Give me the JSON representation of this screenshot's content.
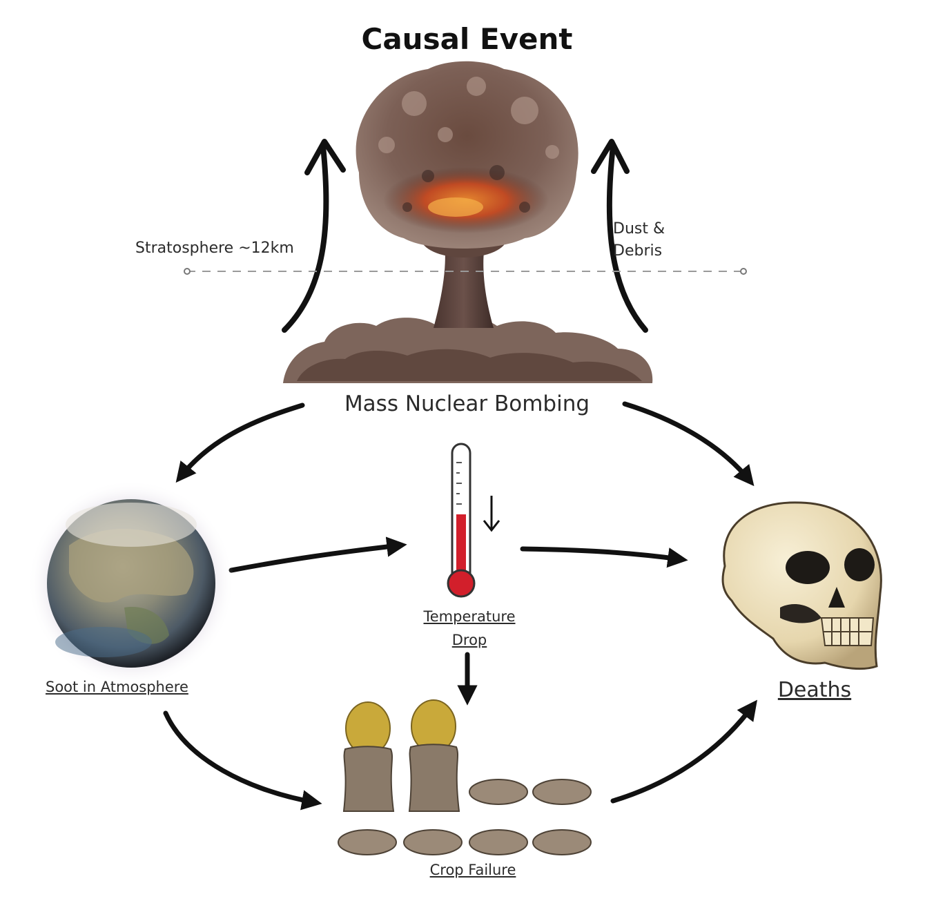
{
  "title": "Causal Event",
  "nodes": {
    "cause": {
      "label": "Mass Nuclear Bombing",
      "icon": "mushroom-cloud-icon"
    },
    "soot": {
      "label": "Soot in Atmosphere",
      "icon": "earth-globe-icon"
    },
    "temperature": {
      "label_line1": "Temperature",
      "label_line2": "Drop",
      "icon": "thermometer-icon"
    },
    "crop": {
      "label": "Crop Failure",
      "icon": "grain-sack-icon"
    },
    "deaths": {
      "label": "Deaths",
      "icon": "skull-icon"
    }
  },
  "annotations": {
    "stratosphere": "Stratosphere ~12km",
    "dust_line1": "Dust &",
    "dust_line2": "Debris"
  },
  "edges": [
    {
      "from": "Mass Nuclear Bombing",
      "to": "Soot in Atmosphere"
    },
    {
      "from": "Mass Nuclear Bombing",
      "to": "Deaths"
    },
    {
      "from": "Soot in Atmosphere",
      "to": "Temperature Drop"
    },
    {
      "from": "Temperature Drop",
      "to": "Deaths"
    },
    {
      "from": "Temperature Drop",
      "to": "Crop Failure"
    },
    {
      "from": "Soot in Atmosphere",
      "to": "Crop Failure"
    },
    {
      "from": "Crop Failure",
      "to": "Deaths"
    }
  ],
  "colors": {
    "cloud_dark": "#4e3b33",
    "cloud_light": "#9a8277",
    "fire": "#c8481e",
    "mercury": "#d21f2b",
    "bone": "#efe3c2",
    "grain": "#c9a93a",
    "sack": "#8a7a69"
  }
}
